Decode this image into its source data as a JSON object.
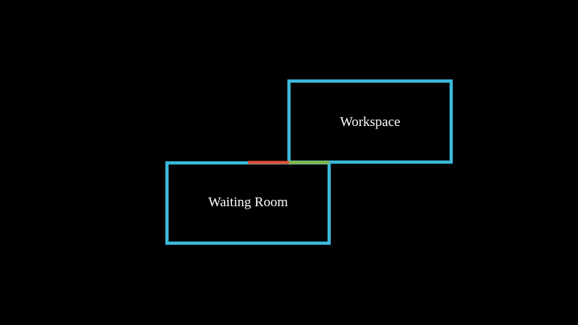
{
  "diagram": {
    "background_color": "#000000",
    "rooms": [
      {
        "id": "workspace",
        "label": "Workspace",
        "border_color": "#3bb7d9"
      },
      {
        "id": "waiting-room",
        "label": "Waiting Room",
        "border_color": "#3bb7d9"
      }
    ],
    "shared_wall_segments": [
      {
        "id": "red-segment",
        "color": "#e0503a"
      },
      {
        "id": "green-segment",
        "color": "#86b544"
      }
    ]
  }
}
